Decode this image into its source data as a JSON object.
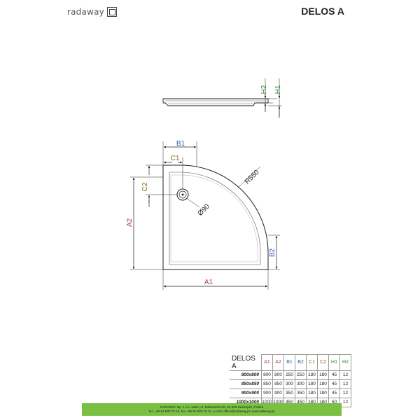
{
  "brand": {
    "logo_text": "radaway",
    "logo_icon": "square-logo-icon"
  },
  "title": "DELOS A",
  "drawing_labels": {
    "h1": "H1",
    "h2": "H2",
    "b1": "B1",
    "c1": "C1",
    "c2": "C2",
    "a1": "A1",
    "a2": "A2",
    "b2": "B2",
    "radius": "R550",
    "drain": "Ø90"
  },
  "colors": {
    "a": "#b33a3a",
    "b": "#2e5aa8",
    "c": "#8a6a1a",
    "h": "#2e8b3a",
    "footer": "#7ac143"
  },
  "table": {
    "model": "DELOS A",
    "columns": [
      "A1",
      "A2",
      "B1",
      "B2",
      "C1",
      "C2",
      "H1",
      "H2"
    ],
    "rows": [
      {
        "size": "800x800",
        "values": [
          "800",
          "800",
          "250",
          "250",
          "180",
          "180",
          "45",
          "12"
        ]
      },
      {
        "size": "850x850",
        "values": [
          "850",
          "850",
          "300",
          "300",
          "180",
          "180",
          "45",
          "12"
        ]
      },
      {
        "size": "900x900",
        "values": [
          "900",
          "900",
          "350",
          "350",
          "180",
          "180",
          "45",
          "12"
        ]
      },
      {
        "size": "1000x1000",
        "values": [
          "1000",
          "1000",
          "450",
          "450",
          "180",
          "180",
          "50",
          "12"
        ]
      }
    ]
  },
  "footer": {
    "line1": "RADAWAY Sp. z o.o. Jasin; ul. Rabowicka 59, 62-020 Swarzędz, Polska",
    "line2": "tel. +48 61 835 75 10, fax +48 61 835 75 11, e-mail: office@radaway.pl, www.radaway.pl"
  }
}
